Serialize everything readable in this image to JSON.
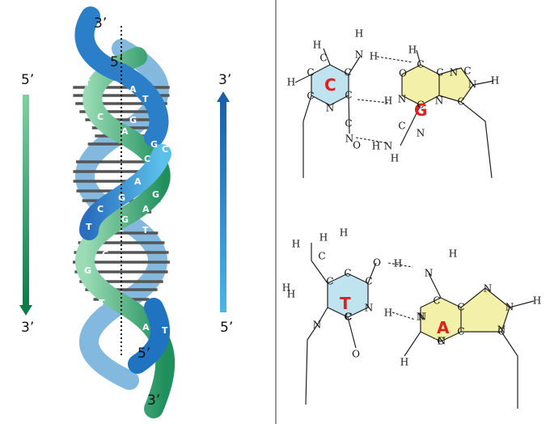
{
  "helix": {
    "strand1_top": "5’",
    "strand1_bottom": "3’",
    "strand2_top": "3’",
    "strand2_bottom": "5’",
    "ribbon_top_label": "3’",
    "ribbon_top_label2": "5’",
    "ribbon_bottom_label": "5’",
    "ribbon_bottom_label2": "3’",
    "bases": [
      "T",
      "A",
      "T",
      "C",
      "G",
      "A",
      "G",
      "C",
      "C",
      "A",
      "G",
      "G",
      "A",
      "C",
      "T",
      "G",
      "T",
      "C",
      "G",
      "T",
      "A",
      "T"
    ],
    "colors": {
      "green_strand": "#1f9a6a",
      "blue_strand": "#2a7fc8",
      "rung": "#555555"
    }
  },
  "pair_cg": {
    "left_base": "C",
    "right_base": "G",
    "atoms": [
      "H",
      "C",
      "C",
      "N",
      "H",
      "H",
      "H",
      "C",
      "C",
      "N",
      "C",
      "C",
      "N",
      "O",
      "N",
      "H",
      "O",
      "C",
      "C",
      "N",
      "C",
      "N",
      "C",
      "N",
      "C",
      "H",
      "C",
      "H",
      "N",
      "H",
      "H",
      "N"
    ]
  },
  "pair_ta": {
    "left_base": "T",
    "right_base": "A",
    "atoms": [
      "H",
      "H",
      "H",
      "C",
      "C",
      "C",
      "O",
      "H",
      "H",
      "N",
      "H",
      "H",
      "C",
      "N",
      "H",
      "C",
      "N",
      "C",
      "O",
      "N",
      "C",
      "C",
      "N",
      "N",
      "C",
      "C",
      "H",
      "N",
      "H",
      "N",
      "C",
      "N"
    ]
  },
  "colors": {
    "pyrimidine_fill": "#bfe3ef",
    "purine_fill": "#f3f0a9",
    "base_text": "#e0201c"
  }
}
